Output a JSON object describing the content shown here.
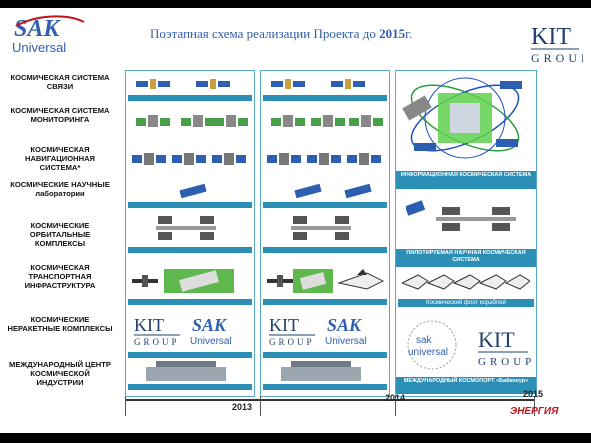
{
  "header": {
    "title_main": "Поэтапная схема реализации Проекта до ",
    "title_year": "2015",
    "title_suffix": "г.",
    "sak_logo_top": "SAK",
    "sak_logo_bottom": "Universal",
    "kit_logo_top": "KIT",
    "kit_logo_bottom": "GROUP"
  },
  "rows": [
    {
      "label": "КОСМИЧЕСКАЯ СИСТЕМА СВЯЗИ"
    },
    {
      "label": "КОСМИЧЕСКАЯ СИСТЕМА МОНИТОРИНГА"
    },
    {
      "label": "КОСМИЧЕСКАЯ НАВИГАЦИОННАЯ СИСТЕМА*"
    },
    {
      "label": "КОСМИЧЕСКИЕ НАУЧНЫЕ лаборатории"
    },
    {
      "label": "КОСМИЧЕСКИЕ ОРБИТАЛЬНЫЕ КОМПЛЕКСЫ"
    },
    {
      "label": "КОСМИЧЕСКАЯ ТРАНСПОРТНАЯ ИНФРАСТРУКТУРА"
    },
    {
      "label": "КОСМИЧЕСКИЕ НЕРАКЕТНЫЕ КОМПЛЕКСЫ"
    },
    {
      "label": "МЕЖДУНАРОДНЫЙ ЦЕНТР КОСМИЧЕСКОЙ ИНДУСТРИИ"
    }
  ],
  "column3": {
    "info_system": "ИНФОРМАЦИОННАЯ КОСМИЧЕСКАЯ СИСТЕМА",
    "piloted_system": "ПИЛОТИРУЕМАЯ НАУЧНАЯ КОСМИЧЕСКАЯ СИСТЕМА",
    "fleet": "Космический флот кораблей",
    "cosmodrome": "МЕЖДУНАРОДНЫЙ КОСМОПОРТ «Байконур»",
    "sak_text_1": "sak",
    "sak_text_2": "universal"
  },
  "timeline": {
    "year_2013": "2013",
    "year_2014": "2014",
    "year_2015": "2015"
  },
  "footer": {
    "energia": "ЭНЕРГИЯ"
  }
}
